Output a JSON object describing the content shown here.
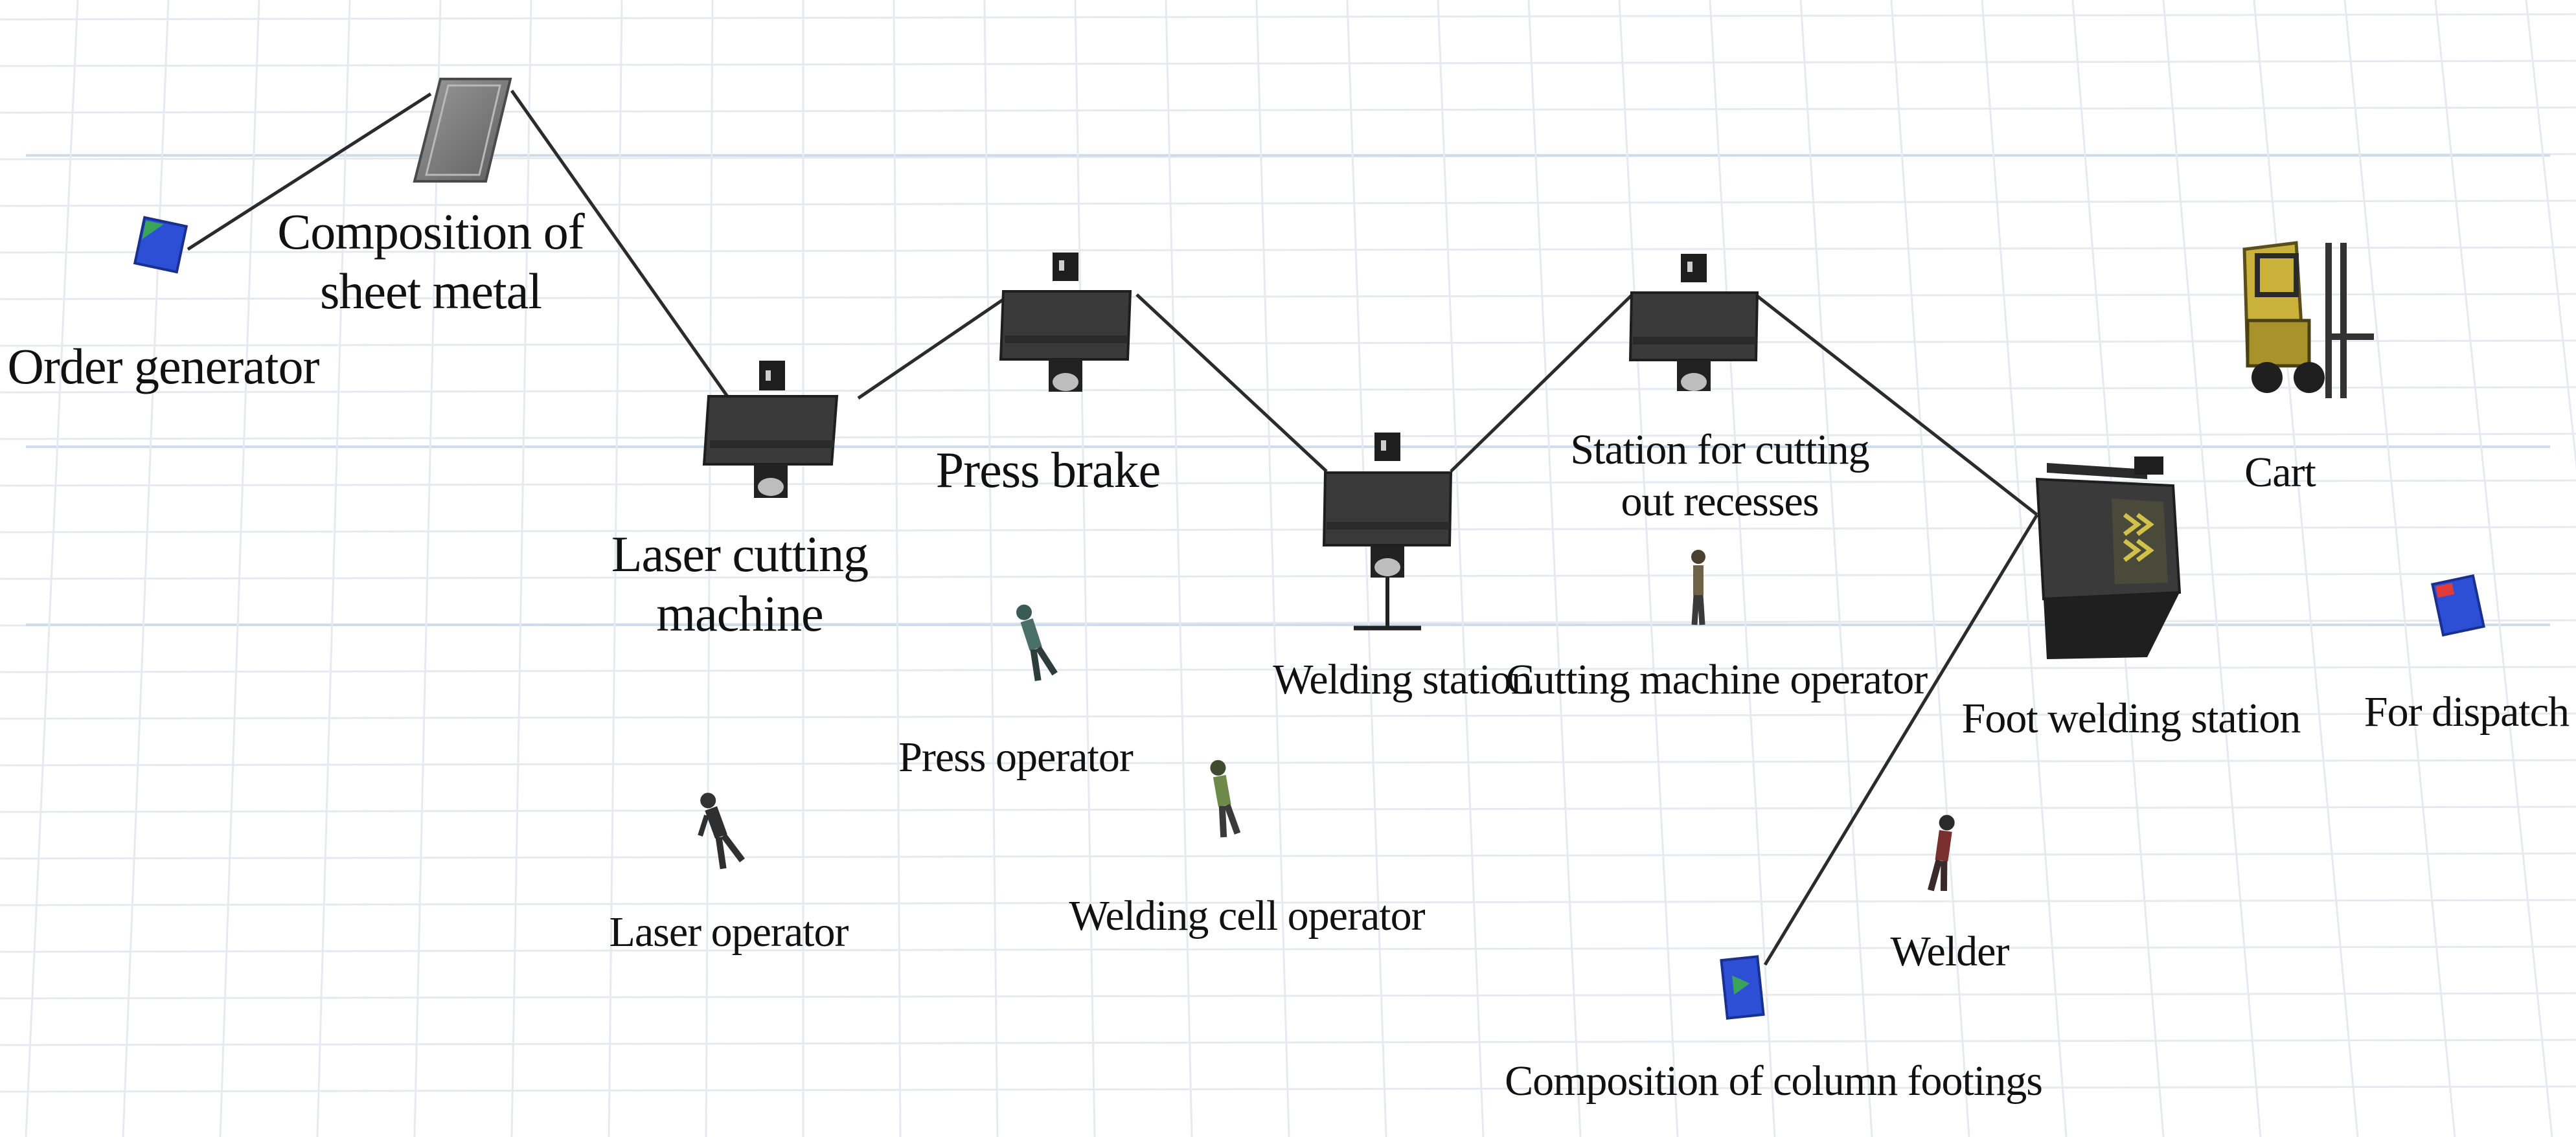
{
  "labels": {
    "order_generator": "Order generator",
    "composition_sheet_metal_line1": "Composition of",
    "composition_sheet_metal_line2": "sheet metal",
    "laser_cutting_machine_line1": "Laser cutting",
    "laser_cutting_machine_line2": "machine",
    "press_brake": "Press brake",
    "welding_station": "Welding station",
    "station_cutting_recesses_line1": "Station for cutting",
    "station_cutting_recesses_line2": "out recesses",
    "foot_welding_station": "Foot welding station",
    "cart": "Cart",
    "for_dispatch": "For dispatch",
    "laser_operator": "Laser operator",
    "press_operator": "Press operator",
    "welding_cell_operator": "Welding cell operator",
    "cutting_machine_operator": "Cutting machine operator",
    "welder": "Welder",
    "composition_column_footings": "Composition of column footings"
  },
  "colors": {
    "background": "#ffffff",
    "grid": "#e6eaf0",
    "grid_accent": "#cfdcec",
    "connector": "#2b2b2b",
    "machine_body": "#3a3a3a",
    "machine_dark": "#1e1e1e",
    "source_blue": "#2d4fd6",
    "source_green": "#39a35a",
    "sink_red": "#e03b3b",
    "table_gray": "#7d7d7d",
    "cart_yellow": "#c9b13a"
  },
  "icons": {
    "order_generator": "source-icon",
    "composition_sheet_metal": "sheet-store-icon",
    "machines": "machine-icon",
    "operators": "worker-icon",
    "cart": "forklift-icon",
    "for_dispatch": "sink-icon",
    "composition_column_footings": "source-icon"
  }
}
